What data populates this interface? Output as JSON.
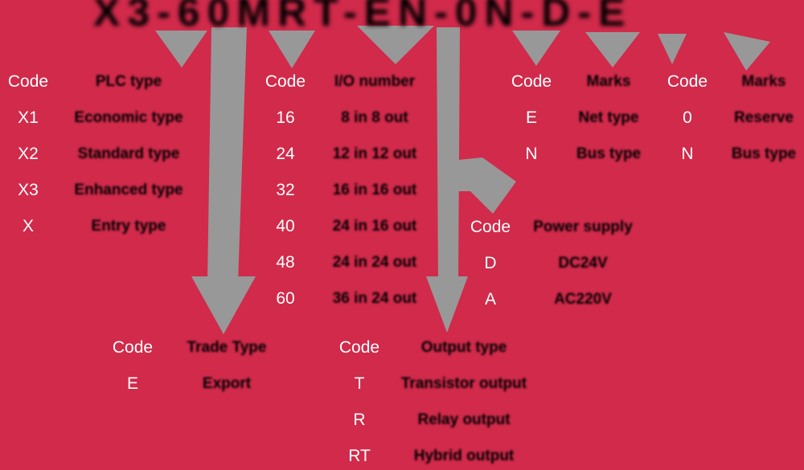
{
  "colors": {
    "background": "#D12A4B",
    "arrow": "#989898",
    "light_text": "#FFFFFF",
    "dark_text": "#000000"
  },
  "title": "X3-60MRT-EN-0N-D-E",
  "tables": {
    "series": {
      "header_code": "Code",
      "header_label": "PLC type",
      "rows": [
        {
          "code": "X1",
          "label": "Economic type"
        },
        {
          "code": "X2",
          "label": "Standard type"
        },
        {
          "code": "X3",
          "label": "Enhanced type"
        },
        {
          "code": "X",
          "label": "Entry type"
        }
      ]
    },
    "io_number": {
      "header_code": "Code",
      "header_label": "I/O number",
      "rows": [
        {
          "code": "16",
          "label": "8 in 8 out"
        },
        {
          "code": "24",
          "label": "12 in 12 out"
        },
        {
          "code": "32",
          "label": "16 in 16 out"
        },
        {
          "code": "40",
          "label": "24 in 16 out"
        },
        {
          "code": "48",
          "label": "24 in 24 out"
        },
        {
          "code": "60",
          "label": "36 in 24 out"
        }
      ]
    },
    "marks_left": {
      "header_code": "Code",
      "header_label": "Marks",
      "rows": [
        {
          "code": "E",
          "label": "Net type"
        },
        {
          "code": "N",
          "label": "Bus type"
        }
      ]
    },
    "marks_right": {
      "header_code": "Code",
      "header_label": "Marks",
      "rows": [
        {
          "code": "0",
          "label": "Reserve"
        },
        {
          "code": "N",
          "label": "Bus type"
        }
      ]
    },
    "power_supply": {
      "header_code": "Code",
      "header_label": "Power supply",
      "rows": [
        {
          "code": "D",
          "label": "DC24V"
        },
        {
          "code": "A",
          "label": "AC220V"
        }
      ]
    },
    "trade_type": {
      "header_code": "Code",
      "header_label": "Trade Type",
      "rows": [
        {
          "code": "E",
          "label": "Export"
        }
      ]
    },
    "output_type": {
      "header_code": "Code",
      "header_label": "Output type",
      "rows": [
        {
          "code": "T",
          "label": "Transistor output"
        },
        {
          "code": "R",
          "label": "Relay output"
        },
        {
          "code": "RT",
          "label": "Hybrid output"
        }
      ]
    }
  }
}
